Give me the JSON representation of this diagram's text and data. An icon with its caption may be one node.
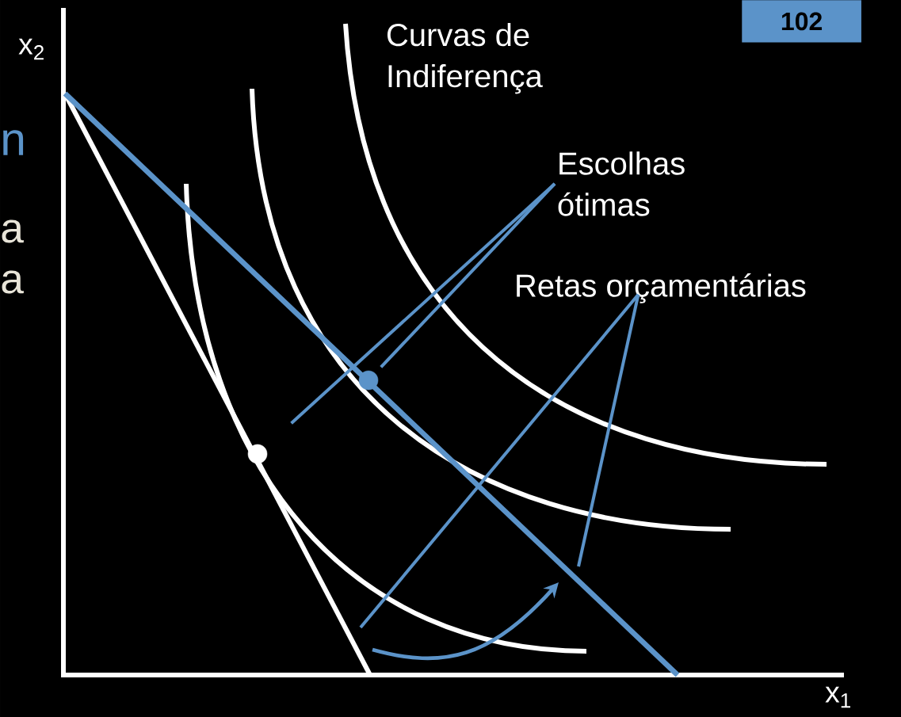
{
  "diagram": {
    "nodes": [
      {
        "text": [
          "Escolhas ótimas"
        ]
      },
      {
        "text": [
          "Retas orçamentárias"
        ]
      },
      {
        "text": [],
        "shape": "circle"
      },
      {
        "text": [],
        "shape": "circle"
      }
    ],
    "edges": [
      {
        "from": 0,
        "to": 2,
        "arrow": "none"
      },
      {
        "from": 0,
        "to": 3,
        "arrow": "none"
      },
      {
        "from": 1,
        "to": null,
        "arrow": "none"
      },
      {
        "from": 1,
        "to": null,
        "arrow": "none"
      }
    ],
    "labels": [
      "102",
      "x$_{2}$",
      "Curvas de Indiferença",
      "n",
      "a",
      "a",
      "x$_{1}$"
    ]
  }
}
